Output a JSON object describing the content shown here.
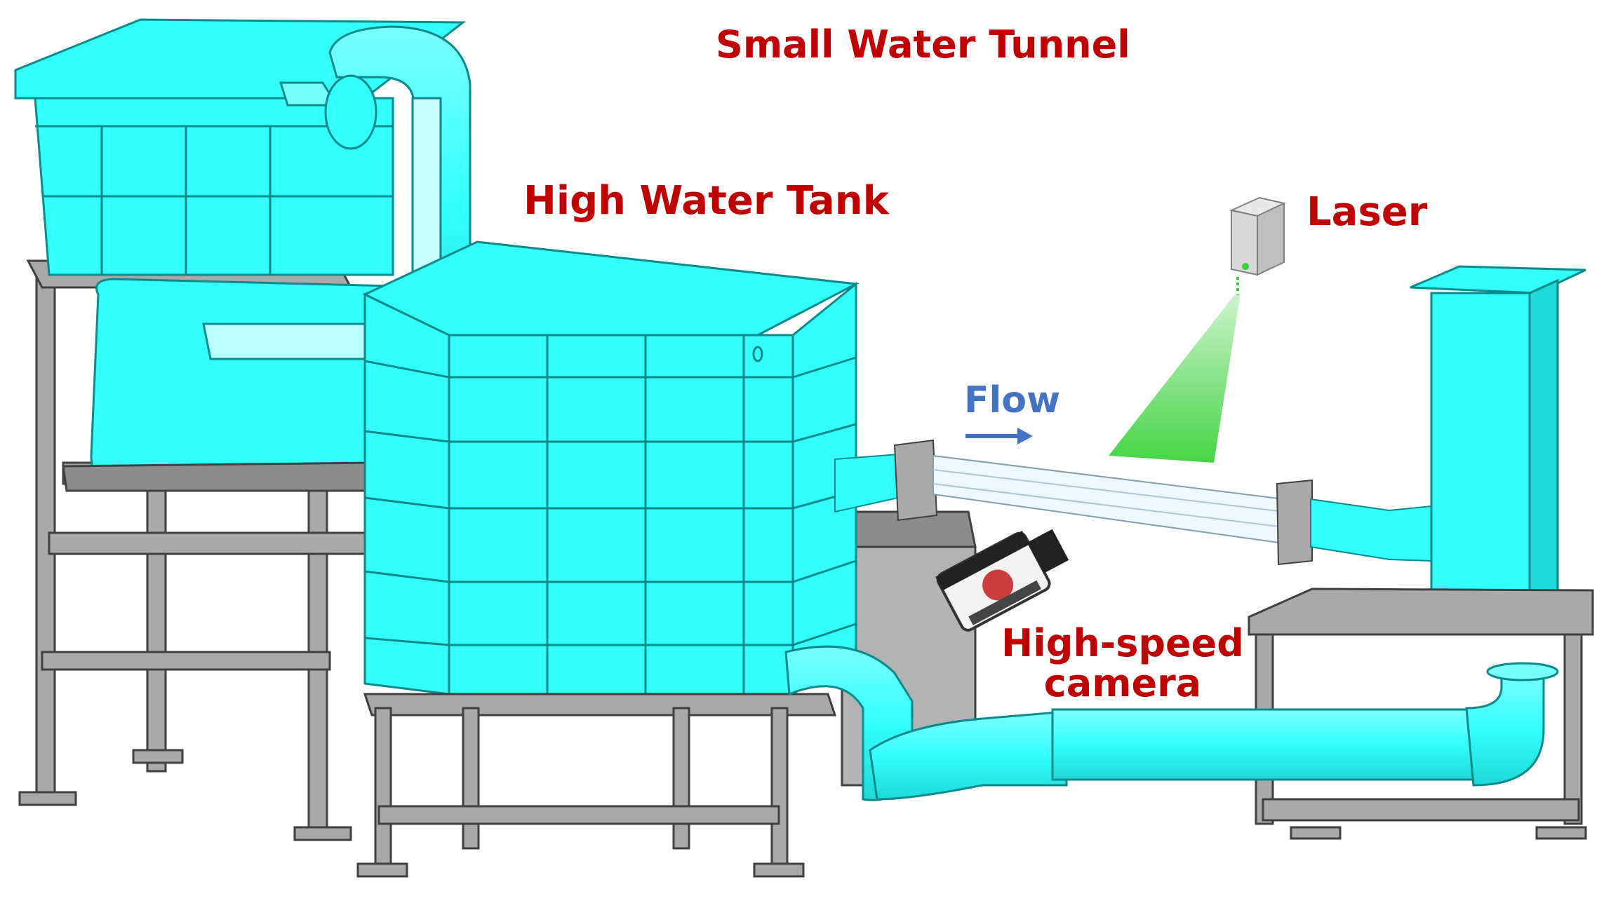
{
  "labels": {
    "title": "Small Water Tunnel",
    "high_water_tank": "High Water Tank",
    "laser": "Laser",
    "flow": "Flow",
    "camera_line1": "High-speed",
    "camera_line2": "camera"
  },
  "colors": {
    "label_red": "#c00000",
    "flow_blue": "#4472c4",
    "water_cyan": "#33ffff",
    "edge_teal": "#0a8a8a",
    "frame_gray": "#a9a9a9",
    "frame_edge": "#404040",
    "laser_green": "#3bd23b",
    "table_gray": "#8c8c8c"
  }
}
